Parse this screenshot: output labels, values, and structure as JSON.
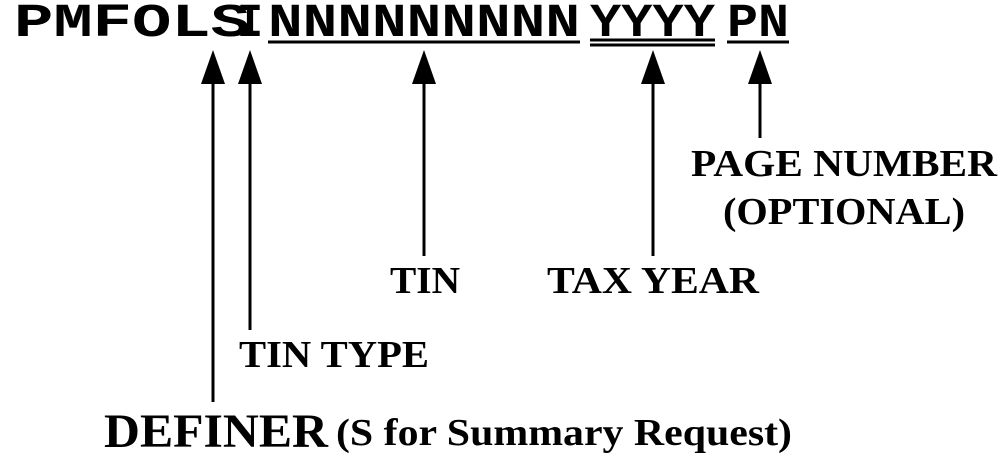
{
  "command": {
    "prefix": "PMFOLS",
    "tin_type": "I",
    "tin": "NNNNNNNNN",
    "tax_year": "YYYY",
    "page_number": "PN"
  },
  "labels": {
    "page_number_line1": "PAGE NUMBER",
    "page_number_line2": "(OPTIONAL)",
    "tin": "TIN",
    "tax_year": "TAX YEAR",
    "tin_type": "TIN TYPE",
    "definer": "DEFINER",
    "definer_note": "(S for Summary Request)"
  }
}
